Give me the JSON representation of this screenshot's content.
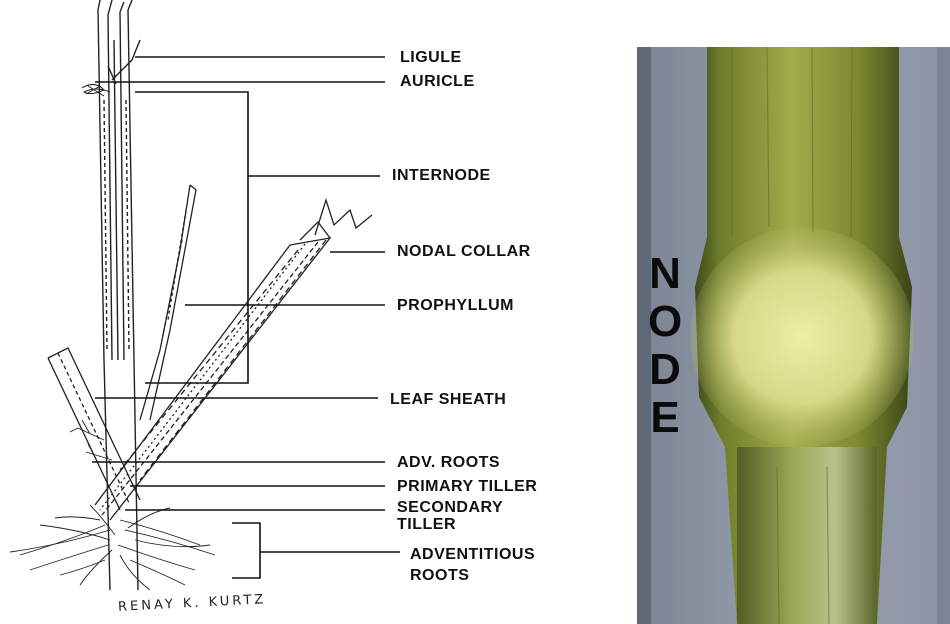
{
  "labels": {
    "ligule": "LIGULE",
    "auricle": "AURICLE",
    "internode": "INTERNODE",
    "nodal_collar": "NODAL COLLAR",
    "prophyllum": "PROPHYLLUM",
    "leaf_sheath": "LEAF SHEATH",
    "adv_roots": "ADV. ROOTS",
    "primary_tiller": "PRIMARY TILLER",
    "secondary_tiller_line1": "SECONDARY",
    "secondary_tiller_line2": "TILLER",
    "adventitious_roots_line1": "ADVENTITIOUS",
    "adventitious_roots_line2": "ROOTS"
  },
  "signature": "RENAY K. KURTZ",
  "photo": {
    "node_letters": [
      "N",
      "O",
      "D",
      "E"
    ]
  },
  "colors": {
    "ink": "#111111",
    "stem_green": "#8a9a3a",
    "node_pale": "#d8d98a",
    "background_grey": "#8d96a8"
  }
}
